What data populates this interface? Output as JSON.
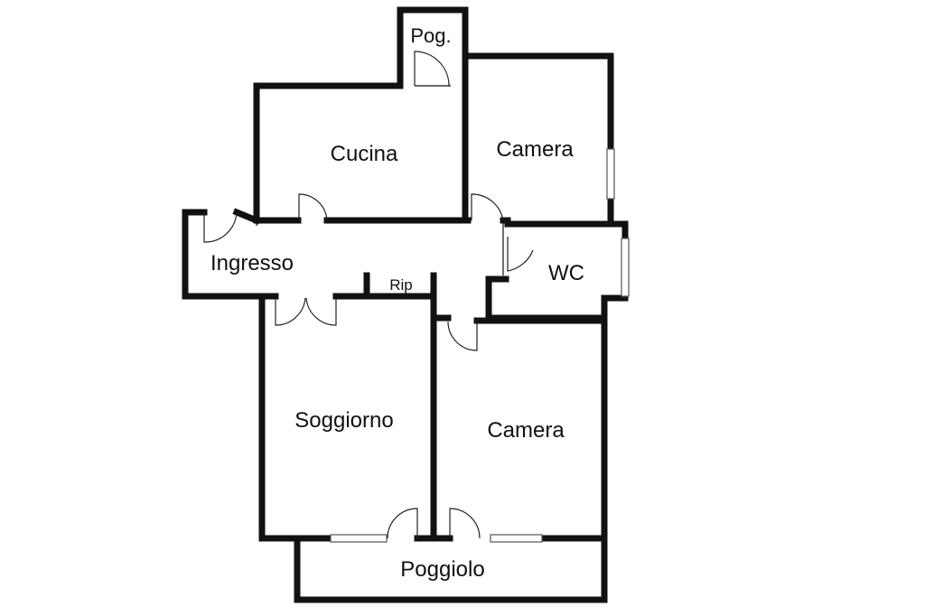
{
  "floorplan": {
    "rooms": {
      "pog": "Pog.",
      "cucina": "Cucina",
      "camera_top": "Camera",
      "ingresso": "Ingresso",
      "rip": "Rip",
      "wc": "WC",
      "soggiorno": "Soggiorno",
      "camera_bottom": "Camera",
      "poggiolo": "Poggiolo"
    }
  },
  "colors": {
    "wall": "#111111",
    "background": "#ffffff"
  }
}
